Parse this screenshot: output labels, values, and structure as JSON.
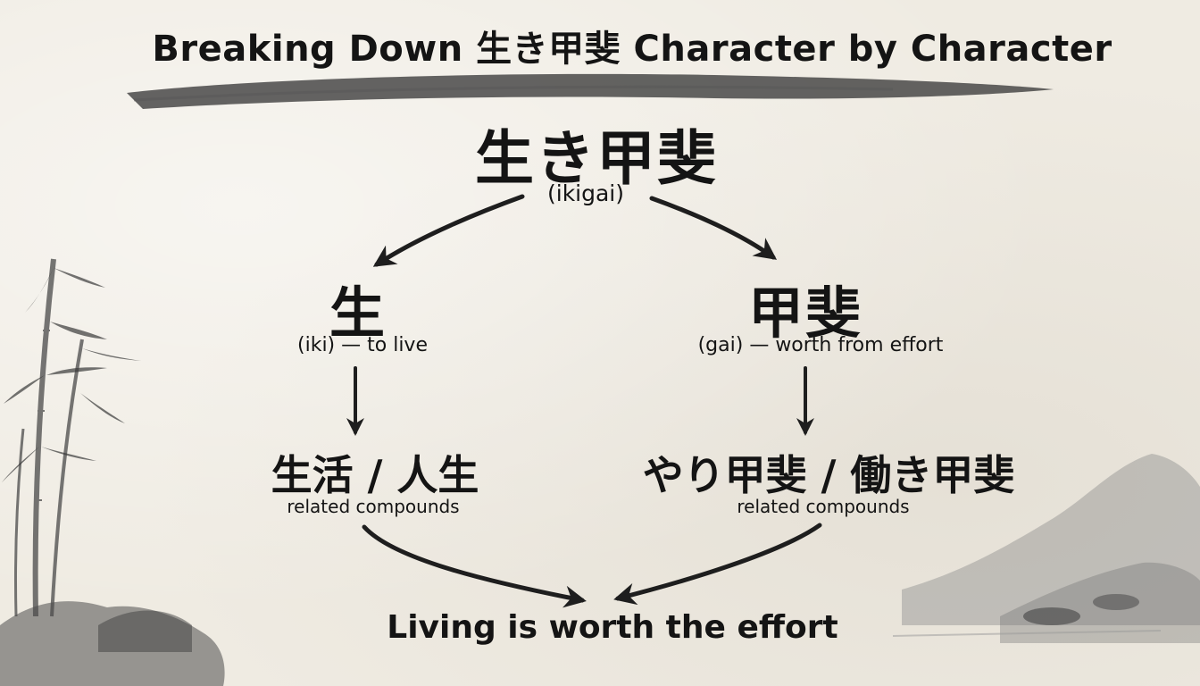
{
  "title": "Breaking Down 生き甲斐 Character by Character",
  "root": {
    "kanji": "生き甲斐",
    "reading": "(ikigai)"
  },
  "left": {
    "kanji": "生",
    "reading": "(iki) — to live",
    "compounds": "生活 / 人生",
    "compounds_note": "related compounds"
  },
  "right": {
    "kanji": "甲斐",
    "reading": "(gai) — worth from effort",
    "compounds": "やり甲斐 / 働き甲斐",
    "compounds_note": "related compounds"
  },
  "conclusion": "Living is worth the effort"
}
